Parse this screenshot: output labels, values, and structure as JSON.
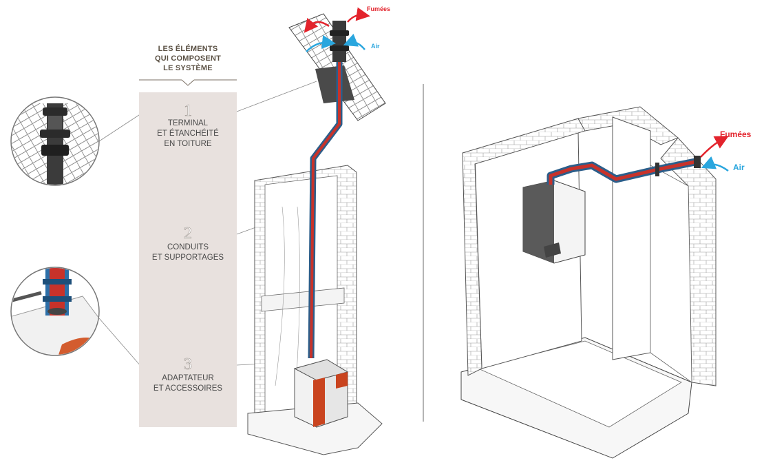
{
  "heading": {
    "lines": [
      "LES ÉLÉMENTS",
      "QUI COMPOSENT",
      "LE SYSTÈME"
    ]
  },
  "elements": [
    {
      "number": "1",
      "lines": [
        "TERMINAL",
        "ET ÉTANCHÉITÉ",
        "EN TOITURE"
      ]
    },
    {
      "number": "2",
      "lines": [
        "CONDUITS",
        "ET SUPPORTAGES"
      ]
    },
    {
      "number": "3",
      "lines": [
        "ADAPTATEUR",
        "ET ACCESSOIRES"
      ]
    }
  ],
  "flows": {
    "left": {
      "fumes": "Fumées",
      "air": "Air"
    },
    "right": {
      "fumes": "Fumées",
      "air": "Air"
    }
  },
  "colors": {
    "fumes": "#e3232c",
    "air": "#2aa6de",
    "panel": "#e8e1de",
    "heading": "#5b5144",
    "pipe": "#c8322a"
  }
}
